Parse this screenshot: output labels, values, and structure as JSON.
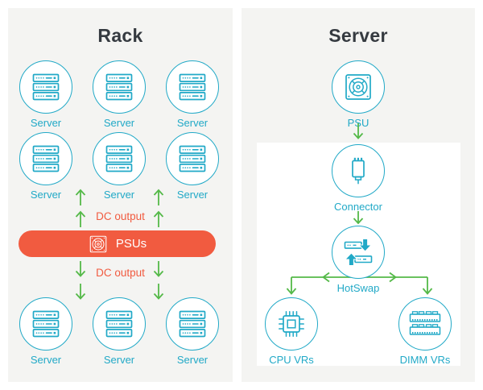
{
  "rack_panel": {
    "title": "Rack",
    "server_label": "Server",
    "dc_output_label": "DC output",
    "psus_label": "PSUs"
  },
  "server_panel": {
    "title": "Server",
    "psu_label": "PSU",
    "connector_label": "Connector",
    "hotswap_label": "HotSwap",
    "cpu_vrs_label": "CPU VRs",
    "dimm_vrs_label": "DIMM VRs"
  },
  "icons": {
    "server": "server-rack-icon",
    "psu": "psu-fan-icon",
    "connector": "connector-plug-icon",
    "hotswap": "hotswap-swap-icon",
    "cpu": "cpu-chip-icon",
    "dimm": "dimm-memory-icon",
    "flow_arrow": "arrow-icon"
  },
  "colors": {
    "teal": "#21a9c7",
    "green": "#54b948",
    "orange": "#f15b40",
    "title_text": "#353a40",
    "panel_background": "#f4f4f2",
    "inner_box_background": "#ffffff"
  }
}
